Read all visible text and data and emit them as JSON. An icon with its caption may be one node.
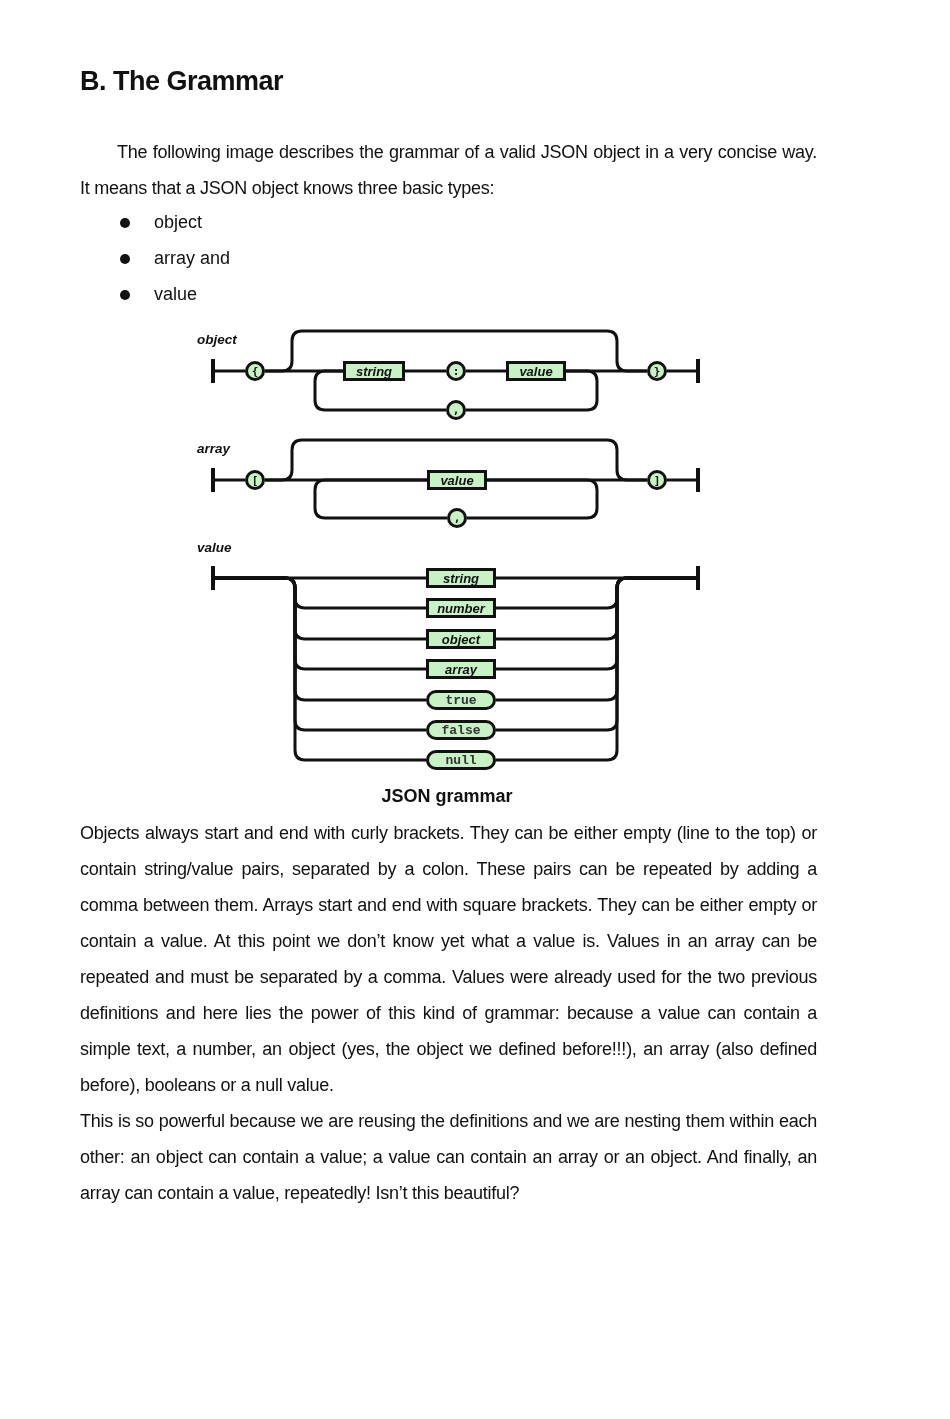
{
  "diagram": {
    "title": "B. The Grammar",
    "caption": "JSON grammar",
    "nodes": [
      {
        "text": [],
        "shape": "bar"
      },
      {
        "text": [
          "{"
        ]
      },
      {
        "text": [
          "string"
        ]
      },
      {
        "text": [
          ":"
        ]
      },
      {
        "text": [
          "value"
        ]
      },
      {
        "text": [
          "}"
        ]
      },
      {
        "text": [],
        "shape": "bar"
      },
      {
        "text": [
          ","
        ]
      },
      {
        "text": [],
        "shape": "bar"
      },
      {
        "text": [
          "["
        ]
      },
      {
        "text": [
          "value"
        ]
      },
      {
        "text": [
          "]"
        ]
      },
      {
        "text": [],
        "shape": "bar"
      },
      {
        "text": [
          ","
        ]
      },
      {
        "text": [],
        "shape": "bar"
      },
      {
        "text": [
          "string"
        ]
      },
      {
        "text": [
          "number"
        ]
      },
      {
        "text": [
          "object"
        ]
      },
      {
        "text": [
          "array"
        ]
      },
      {
        "text": [
          "true"
        ]
      },
      {
        "text": [
          "false"
        ]
      },
      {
        "text": [
          "null"
        ]
      },
      {
        "text": [],
        "shape": "bar"
      }
    ],
    "edges": [
      {
        "from": 0,
        "to": 1,
        "arrow": "none"
      },
      {
        "from": 1,
        "to": 2,
        "arrow": "none"
      },
      {
        "from": 2,
        "to": 3,
        "arrow": "none"
      },
      {
        "from": 3,
        "to": 4,
        "arrow": "none"
      },
      {
        "from": 4,
        "to": 5,
        "arrow": "none"
      },
      {
        "from": 5,
        "to": 6,
        "arrow": "none"
      },
      {
        "from": 1,
        "to": 5,
        "arrow": "none"
      },
      {
        "from": 4,
        "to": 7,
        "arrow": "none"
      },
      {
        "from": 7,
        "to": 2,
        "arrow": "none"
      },
      {
        "from": 8,
        "to": 9,
        "arrow": "none"
      },
      {
        "from": 9,
        "to": 10,
        "arrow": "none"
      },
      {
        "from": 10,
        "to": 11,
        "arrow": "none"
      },
      {
        "from": 11,
        "to": 12,
        "arrow": "none"
      },
      {
        "from": 9,
        "to": 11,
        "arrow": "none"
      },
      {
        "from": 10,
        "to": 13,
        "arrow": "none"
      },
      {
        "from": 13,
        "to": 10,
        "arrow": "none"
      },
      {
        "from": 14,
        "to": 15,
        "arrow": "none"
      },
      {
        "from": 14,
        "to": 16,
        "arrow": "none"
      },
      {
        "from": 14,
        "to": 17,
        "arrow": "none"
      },
      {
        "from": 14,
        "to": 18,
        "arrow": "none"
      },
      {
        "from": 14,
        "to": 19,
        "arrow": "none"
      },
      {
        "from": 14,
        "to": 20,
        "arrow": "none"
      },
      {
        "from": 14,
        "to": 21,
        "arrow": "none"
      },
      {
        "from": 15,
        "to": 22,
        "arrow": "none"
      },
      {
        "from": 16,
        "to": 22,
        "arrow": "none"
      },
      {
        "from": 17,
        "to": 22,
        "arrow": "none"
      },
      {
        "from": 18,
        "to": 22,
        "arrow": "none"
      },
      {
        "from": 19,
        "to": 22,
        "arrow": "none"
      },
      {
        "from": 20,
        "to": 22,
        "arrow": "none"
      },
      {
        "from": 21,
        "to": 22,
        "arrow": "none"
      }
    ],
    "labels": [
      "The following image describes the grammar of a valid JSON object in a very concise way. It means that a JSON object knows three basic types:",
      "object",
      "array and",
      "value",
      "object",
      "array",
      "value",
      "Objects always start and end with curly brackets. They can be either empty (line to the top) or contain string/value pairs, separated by a colon. These pairs can be repeated by adding a comma between them. Arrays start and end with square brackets. They can be either empty or contain a value. At this point we don’t know yet what a value is. Values in an array can be repeated and must be separated by a comma. Values were already used for the two previous definitions and here lies the power of this kind of grammar: because a value can contain a simple text, a number, an object (yes, the object we defined before!!!), an array (also defined before), booleans or a null value.",
      "This is so powerful because we are reusing the definitions and we are nesting them within each other: an object can contain a value; a value can contain an array or an object. And finally, an array can contain a value, repeatedly! Isn’t this beautiful?"
    ]
  }
}
